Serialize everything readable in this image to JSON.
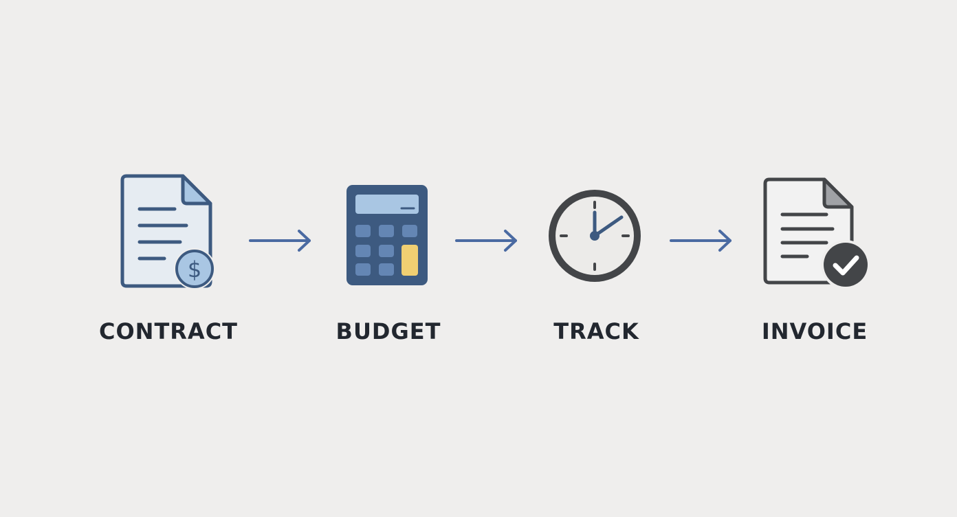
{
  "diagram": {
    "steps": [
      {
        "label": "CONTRACT",
        "icon": "contract-dollar-icon"
      },
      {
        "label": "BUDGET",
        "icon": "calculator-icon"
      },
      {
        "label": "TRACK",
        "icon": "clock-icon"
      },
      {
        "label": "INVOICE",
        "icon": "invoice-check-icon"
      }
    ],
    "connectors": [
      "arrow-right-icon",
      "arrow-right-icon",
      "arrow-right-icon"
    ],
    "colors": {
      "background": "#efeeed",
      "primary_blue": "#3d5a80",
      "light_blue": "#a9c6e3",
      "pale_blue": "#e6ecf2",
      "arrow_blue": "#4a6aa2",
      "yellow_key": "#f0cf72",
      "dark_gray": "#434548",
      "text": "#22272f"
    }
  }
}
